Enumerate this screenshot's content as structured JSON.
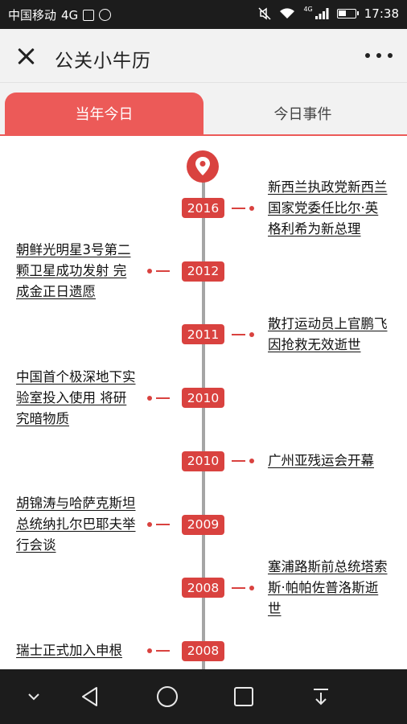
{
  "status_bar": {
    "carrier": "中国移动",
    "network": "4G",
    "signal_badge": "4G",
    "time": "17:38"
  },
  "header": {
    "title": "公关小牛历",
    "close_icon": "close-icon",
    "more_icon": "more-icon"
  },
  "tabs": [
    {
      "label": "当年今日",
      "active": true
    },
    {
      "label": "今日事件",
      "active": false
    }
  ],
  "timeline": {
    "marker_icon": "location-pin-icon",
    "accent_color": "#d9423f",
    "tab_color": "#ec5a58",
    "axis_color": "#a5a5a5",
    "events": [
      {
        "year": "2016",
        "side": "right",
        "text": "新西兰执政党新西兰国家党委任比尔·英格利希为新总理"
      },
      {
        "year": "2012",
        "side": "left",
        "text": "朝鲜光明星3号第二颗卫星成功发射 完成金正日遗愿"
      },
      {
        "year": "2011",
        "side": "right",
        "text": "散打运动员上官鹏飞因抢救无效逝世"
      },
      {
        "year": "2010",
        "side": "left",
        "text": "中国首个极深地下实验室投入使用 将研究暗物质"
      },
      {
        "year": "2010",
        "side": "right",
        "text": "广州亚残运会开幕"
      },
      {
        "year": "2009",
        "side": "left",
        "text": "胡锦涛与哈萨克斯坦总统纳扎尔巴耶夫举行会谈"
      },
      {
        "year": "2008",
        "side": "right",
        "text": "塞浦路斯前总统塔索斯·帕帕佐普洛斯逝世"
      },
      {
        "year": "2008",
        "side": "left",
        "text": "瑞士正式加入申根"
      }
    ]
  },
  "nav_bar": {
    "buttons": [
      "hide-keyboard-icon",
      "back-icon",
      "home-icon",
      "recent-apps-icon",
      "notification-pull-icon"
    ]
  }
}
